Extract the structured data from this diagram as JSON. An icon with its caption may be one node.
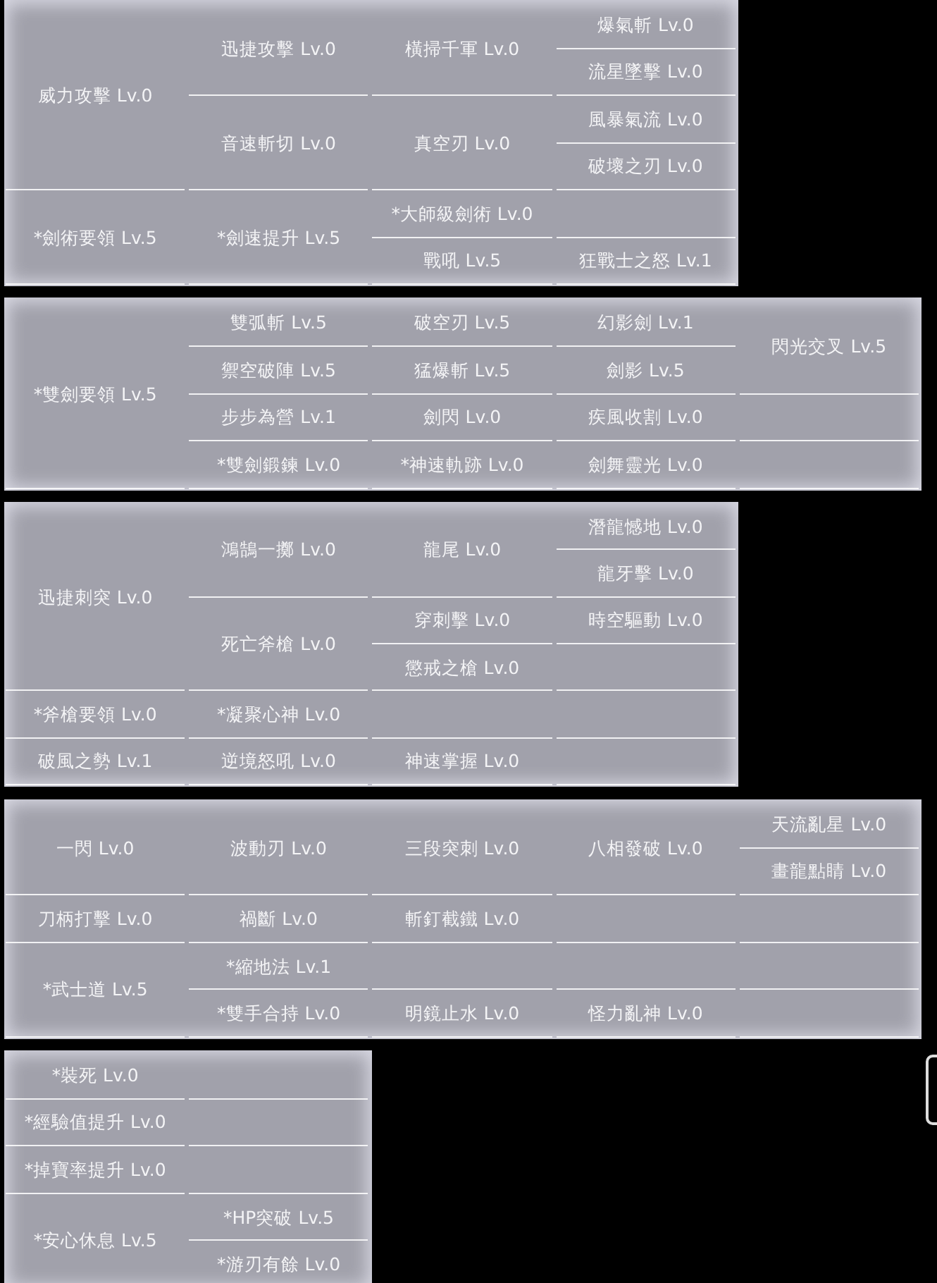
{
  "diagram": {
    "nodes": [
      {
        "text": [],
        "shape": "box"
      },
      {
        "text": [
          "威力攻擊 Lv.0"
        ],
        "in": 0
      },
      {
        "text": [
          "迅捷攻擊 Lv.0"
        ],
        "in": 0
      },
      {
        "text": [
          "橫掃千軍 Lv.0"
        ],
        "in": 0
      },
      {
        "text": [
          "爆氣斬 Lv.0"
        ],
        "in": 0
      },
      {
        "text": [
          "流星墜擊 Lv.0"
        ],
        "in": 0
      },
      {
        "text": [
          "音速斬切 Lv.0"
        ],
        "in": 0
      },
      {
        "text": [
          "真空刃 Lv.0"
        ],
        "in": 0
      },
      {
        "text": [
          "風暴氣流 Lv.0"
        ],
        "in": 0
      },
      {
        "text": [
          "破壞之刃 Lv.0"
        ],
        "in": 0
      },
      {
        "text": [
          "*劍術要領 Lv.5"
        ],
        "in": 0
      },
      {
        "text": [
          "*劍速提升 Lv.5"
        ],
        "in": 0
      },
      {
        "text": [
          "*大師級劍術 Lv.0"
        ],
        "in": 0
      },
      {
        "text": [
          "戰吼 Lv.5"
        ],
        "in": 0
      },
      {
        "text": [
          "狂戰士之怒 Lv.1"
        ],
        "in": 0
      },
      {
        "text": [],
        "shape": "box"
      },
      {
        "text": [
          "*雙劍要領 Lv.5"
        ],
        "in": 15
      },
      {
        "text": [
          "雙弧斬 Lv.5"
        ],
        "in": 15
      },
      {
        "text": [
          "破空刃 Lv.5"
        ],
        "in": 15
      },
      {
        "text": [
          "幻影劍 Lv.1"
        ],
        "in": 15
      },
      {
        "text": [
          "禦空破陣 Lv.5"
        ],
        "in": 15
      },
      {
        "text": [
          "猛爆斬 Lv.5"
        ],
        "in": 15
      },
      {
        "text": [
          "劍影 Lv.5"
        ],
        "in": 15
      },
      {
        "text": [
          "閃光交叉 Lv.5"
        ],
        "in": 15
      },
      {
        "text": [
          "步步為營 Lv.1"
        ],
        "in": 15
      },
      {
        "text": [
          "劍閃 Lv.0"
        ],
        "in": 15
      },
      {
        "text": [
          "疾風收割 Lv.0"
        ],
        "in": 15
      },
      {
        "text": [
          "*雙劍鍛鍊 Lv.0"
        ],
        "in": 15
      },
      {
        "text": [
          "*神速軌跡 Lv.0"
        ],
        "in": 15
      },
      {
        "text": [
          "劍舞靈光 Lv.0"
        ],
        "in": 15
      },
      {
        "text": [],
        "shape": "box"
      },
      {
        "text": [
          "迅捷刺突 Lv.0"
        ],
        "in": 30
      },
      {
        "text": [
          "鴻鵠一擲 Lv.0"
        ],
        "in": 30
      },
      {
        "text": [
          "龍尾 Lv.0"
        ],
        "in": 30
      },
      {
        "text": [
          "潛龍憾地 Lv.0"
        ],
        "in": 30
      },
      {
        "text": [
          "龍牙擊 Lv.0"
        ],
        "in": 30
      },
      {
        "text": [
          "死亡斧槍 Lv.0"
        ],
        "in": 30
      },
      {
        "text": [
          "穿刺擊 Lv.0"
        ],
        "in": 30
      },
      {
        "text": [
          "時空驅動 Lv.0"
        ],
        "in": 30
      },
      {
        "text": [
          "懲戒之槍 Lv.0"
        ],
        "in": 30
      },
      {
        "text": [
          "*斧槍要領 Lv.0"
        ],
        "in": 30
      },
      {
        "text": [
          "*凝聚心神 Lv.0"
        ],
        "in": 30
      },
      {
        "text": [
          "破風之勢 Lv.1"
        ],
        "in": 30
      },
      {
        "text": [
          "逆境怒吼 Lv.0"
        ],
        "in": 30
      },
      {
        "text": [
          "神速掌握 Lv.0"
        ],
        "in": 30
      },
      {
        "text": [],
        "shape": "box"
      },
      {
        "text": [
          "一閃 Lv.0"
        ],
        "in": 45
      },
      {
        "text": [
          "波動刃 Lv.0"
        ],
        "in": 45
      },
      {
        "text": [
          "三段突刺 Lv.0"
        ],
        "in": 45
      },
      {
        "text": [
          "八相發破 Lv.0"
        ],
        "in": 45
      },
      {
        "text": [
          "天流亂星 Lv.0"
        ],
        "in": 45
      },
      {
        "text": [
          "畫龍點睛 Lv.0"
        ],
        "in": 45
      },
      {
        "text": [
          "刀柄打擊 Lv.0"
        ],
        "in": 45
      },
      {
        "text": [
          "禍斷 Lv.0"
        ],
        "in": 45
      },
      {
        "text": [
          "斬釘截鐵 Lv.0"
        ],
        "in": 45
      },
      {
        "text": [
          "*武士道 Lv.5"
        ],
        "in": 45
      },
      {
        "text": [
          "*縮地法 Lv.1"
        ],
        "in": 45
      },
      {
        "text": [
          "*雙手合持 Lv.0"
        ],
        "in": 45
      },
      {
        "text": [
          "明鏡止水 Lv.0"
        ],
        "in": 45
      },
      {
        "text": [
          "怪力亂神 Lv.0"
        ],
        "in": 45
      },
      {
        "text": [],
        "shape": "box"
      },
      {
        "text": [
          "*裝死 Lv.0"
        ],
        "in": 60
      },
      {
        "text": [
          "*經驗值提升 Lv.0"
        ],
        "in": 60
      },
      {
        "text": [
          "*掉寶率提升 Lv.0"
        ],
        "in": 60
      },
      {
        "text": [
          "*安心休息 Lv.5"
        ],
        "in": 60
      },
      {
        "text": [
          "*HP突破 Lv.5"
        ],
        "in": 60
      },
      {
        "text": [
          "*游刃有餘 Lv.0"
        ],
        "in": 60
      }
    ]
  }
}
